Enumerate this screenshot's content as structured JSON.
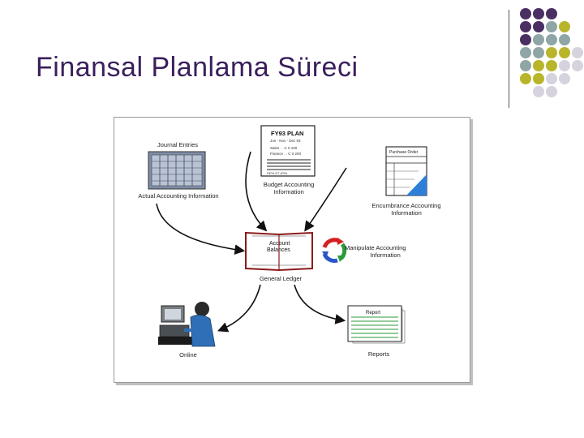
{
  "title": "Finansal Planlama Süreci",
  "diagram": {
    "journal_entries": "Journal Entries",
    "actual_accounting": "Actual Accounting Information",
    "plan_title": "FY93 PLAN",
    "plan_line1": "Jon - Nov - Dec 93",
    "plan_line2": "Sales . . C 0 100",
    "plan_line3": "Finance . . C 0 200",
    "plan_stamp": "DEVLET ATIN",
    "budget_l1": "Budget Accounting",
    "budget_l2": "Information",
    "purchase_order": "Purchase Order",
    "encumbrance_l1": "Encumbrance Accounting",
    "encumbrance_l2": "Information",
    "account_l1": "Account",
    "account_l2": "Balances",
    "general_ledger": "General Ledger",
    "manipulate_l1": "Manipulate Accounting",
    "manipulate_l2": "Information",
    "report": "Report",
    "online": "Online",
    "reports": "Reports"
  },
  "colors": {
    "title": "#3a1f5c",
    "dot_purple": "#4a2f63",
    "dot_teal": "#8fa5a6",
    "dot_olive": "#b9b52b",
    "dot_lavender": "#d6d3df",
    "ledger_red": "#8c1a1a",
    "cycle_red": "#d42020",
    "cycle_green": "#2a9a3a",
    "cycle_blue": "#2a55c9",
    "folder_blue": "#2d7fd8"
  },
  "icons": [
    "journal-entries-icon",
    "plan-document-icon",
    "purchase-order-icon",
    "ledger-book-icon",
    "cycle-arrows-icon",
    "operator-computer-icon",
    "report-stack-icon"
  ]
}
